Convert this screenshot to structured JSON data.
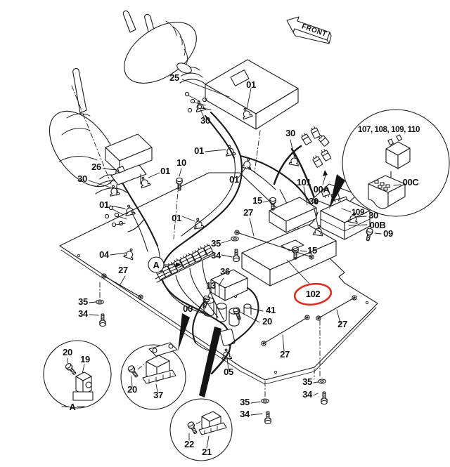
{
  "diagram": {
    "kind": "excavator-electric-parts-location-diagram",
    "front_marker": "FRONT",
    "highlighted_callout": "102",
    "highlight_color": "#d93025",
    "line_color": "#1a1a1a",
    "detail_circle_relays_title": "107, 108, 109, 110",
    "section_marker": "A",
    "callouts": [
      "25",
      "01",
      "30",
      "30",
      "01",
      "01",
      "10",
      "01",
      "26",
      "30",
      "01",
      "01",
      "101",
      "00A",
      "30",
      "15",
      "27",
      "35",
      "34",
      "15",
      "109",
      "30",
      "00B",
      "09",
      "107, 108, 109, 110",
      "00C",
      "04",
      "A",
      "27",
      "35",
      "34",
      "36",
      "13",
      "00",
      "41",
      "20",
      "27",
      "05",
      "35",
      "34",
      "35",
      "34",
      "27",
      "102",
      "20",
      "19",
      "A",
      "20",
      "37",
      "22",
      "21",
      "FRONT"
    ]
  }
}
